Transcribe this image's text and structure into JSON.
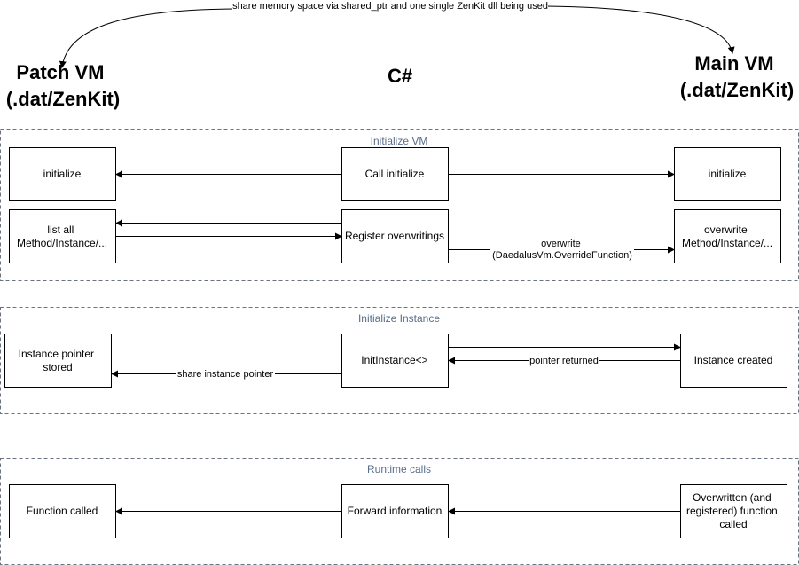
{
  "top_note": "share memory space via shared_ptr and one single ZenKit dll being used",
  "columns": {
    "left": [
      "Patch VM",
      "(.dat/ZenKit)"
    ],
    "center": [
      "C#"
    ],
    "right": [
      "Main VM",
      "(.dat/ZenKit)"
    ]
  },
  "groups": [
    {
      "id": "g1",
      "title": "Initialize VM"
    },
    {
      "id": "g2",
      "title": "Initialize Instance"
    },
    {
      "id": "g3",
      "title": "Runtime calls"
    }
  ],
  "nodes": {
    "init_left": [
      "initialize"
    ],
    "call_init": [
      "Call initialize"
    ],
    "init_right": [
      "initialize"
    ],
    "list_all": [
      "list all",
      "Method/Instance/..."
    ],
    "register": [
      "Register overwritings"
    ],
    "overwrite_right": [
      "overwrite",
      "Method/Instance/..."
    ],
    "ptr_stored": [
      "Instance pointer",
      "stored"
    ],
    "init_instance": [
      "InitInstance<>"
    ],
    "inst_created": [
      "Instance created"
    ],
    "func_called": [
      "Function called"
    ],
    "forward": [
      "Forward information"
    ],
    "overwritten": [
      "Overwritten (and",
      "registered) function",
      "called"
    ]
  },
  "edge_labels": {
    "overwrite": [
      "overwrite",
      "(DaedalusVm.OverrideFunction)"
    ],
    "pointer_returned": [
      "pointer returned"
    ],
    "share_pointer": [
      "share instance pointer"
    ]
  },
  "colors": {
    "stroke": "#000000",
    "group_border": "#6b7280",
    "group_title": "#5a6e8a",
    "background": "#ffffff"
  }
}
